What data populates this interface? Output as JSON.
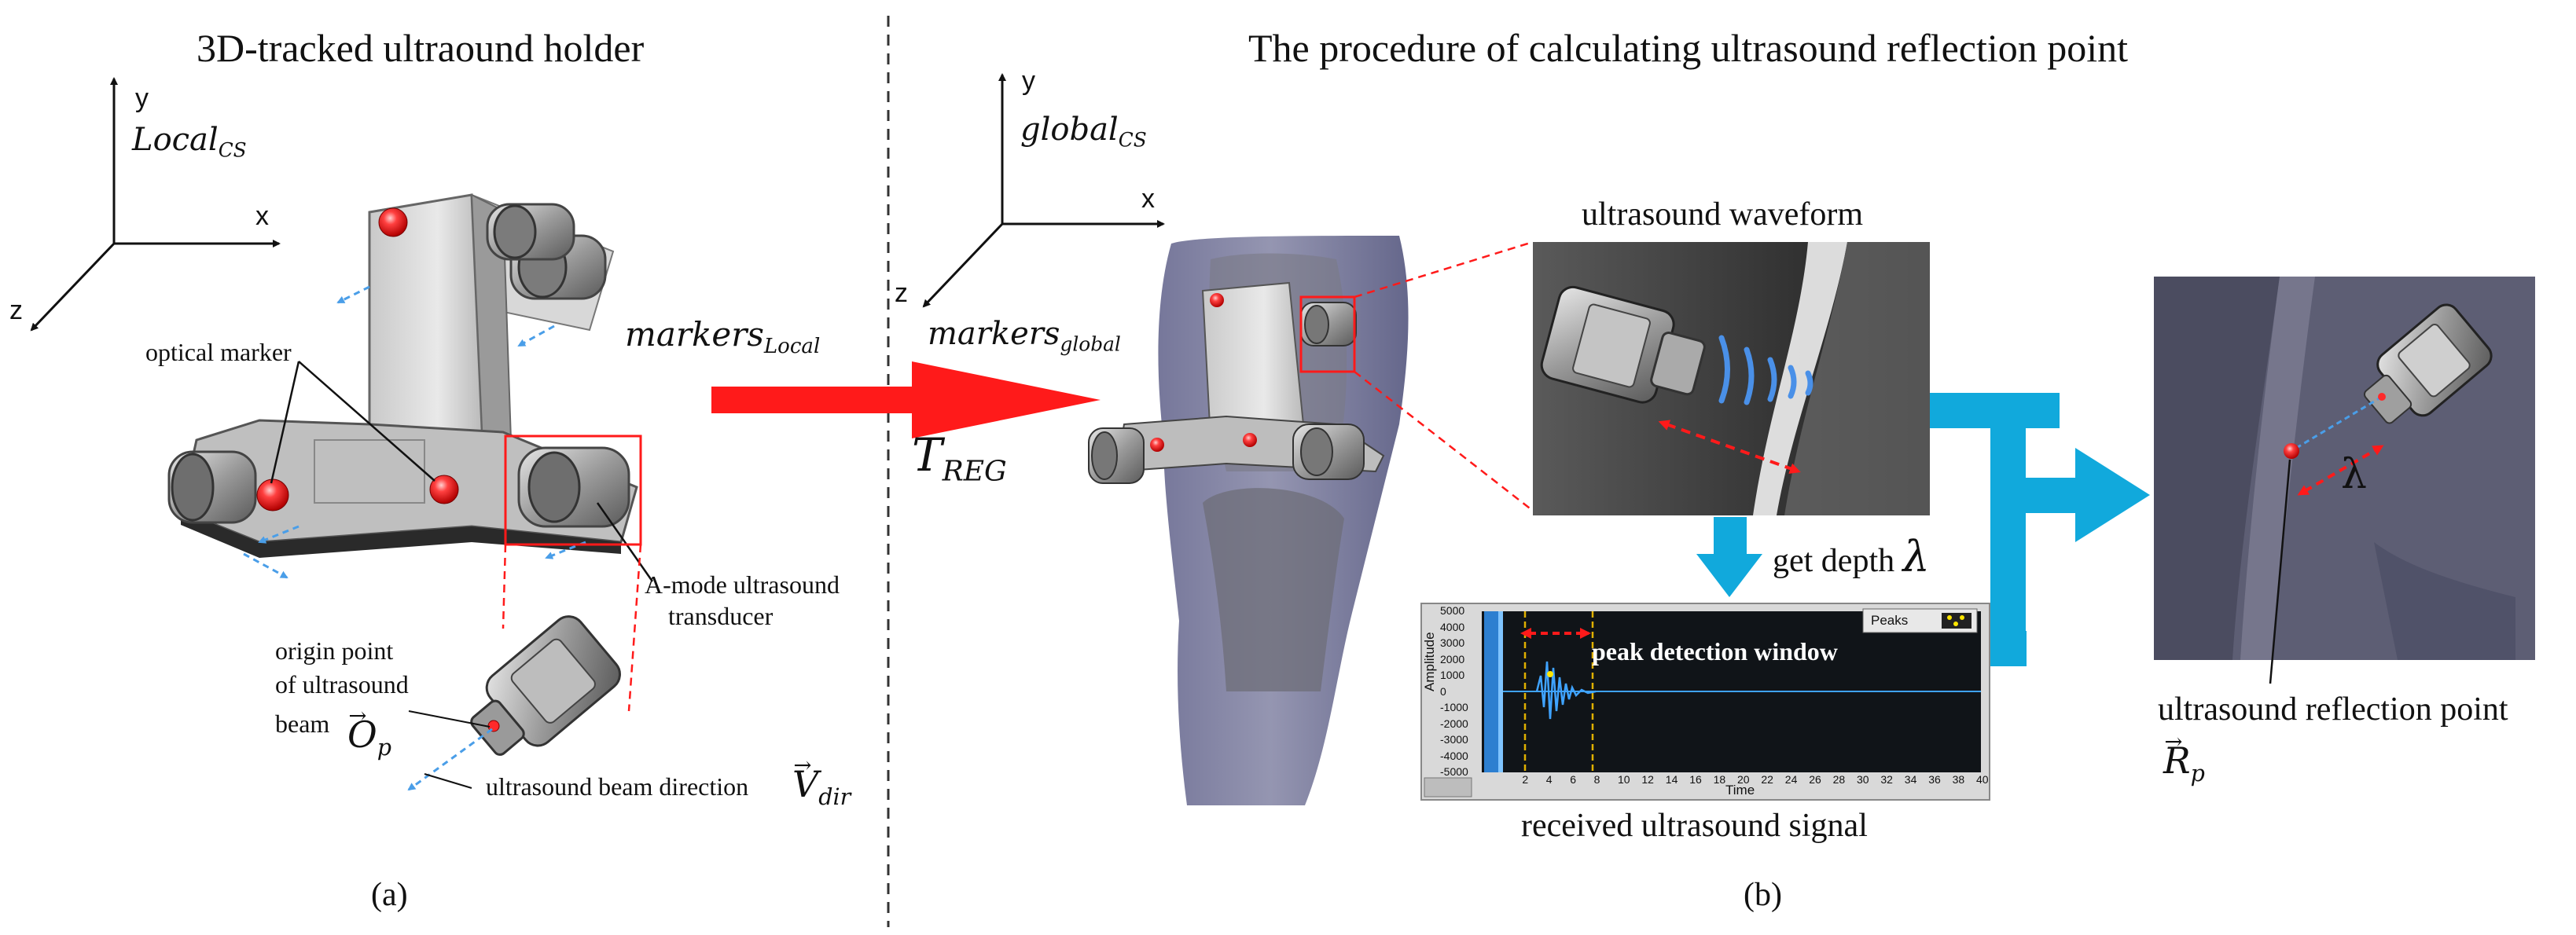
{
  "left_panel": {
    "title": "3D-tracked ultraound holder",
    "caption": "(a)",
    "axis_y": "y",
    "axis_x": "x",
    "axis_z": "z",
    "cs_main": "Local",
    "cs_sub": "CS",
    "optical_marker": "optical marker",
    "markers_main": "markers",
    "markers_sub": "Local",
    "transducer_line1": "A-mode ultrasound",
    "transducer_line2": "transducer",
    "origin_line1": "origin point",
    "origin_line2": "of ultrasound",
    "origin_line3": "beam",
    "origin_symbol": "O",
    "origin_sub": "p",
    "beam_text": "ultrasound beam direction",
    "beam_symbol": "V",
    "beam_sub": "dir"
  },
  "transform": {
    "main": "T",
    "sub": "REG"
  },
  "right_panel": {
    "title": "The procedure of calculating ultrasound reflection point",
    "caption": "(b)",
    "axis_y": "y",
    "axis_x": "x",
    "axis_z": "z",
    "cs_main": "global",
    "cs_sub": "CS",
    "markers_main": "markers",
    "markers_sub": "global",
    "waveform_label": "ultrasound waveform",
    "get_depth": "get depth",
    "lambda": "λ",
    "signal_label": "received ultrasound signal",
    "reflection_label": "ultrasound reflection point",
    "reflection_symbol": "R",
    "reflection_sub": "p"
  },
  "signal_plot": {
    "peak_window_label": "peak detection window",
    "legend_label": "Peaks",
    "ylabel": "Amplitude",
    "xlabel": "Time",
    "yticks": [
      "5000",
      "4000",
      "3000",
      "2000",
      "1000",
      "0",
      "-1000",
      "-2000",
      "-3000",
      "-4000",
      "-5000"
    ],
    "xticks": [
      "2",
      "4",
      "6",
      "8",
      "10",
      "12",
      "14",
      "16",
      "18",
      "20",
      "22",
      "24",
      "26",
      "28",
      "30",
      "32",
      "34",
      "36",
      "38",
      "40"
    ]
  },
  "colors": {
    "red": "#ff1a1a",
    "arrow_blue": "#11a9dc",
    "signal_blue": "#3fa3ff",
    "plot_bg": "#101418",
    "window_yellow": "#e0b000"
  }
}
